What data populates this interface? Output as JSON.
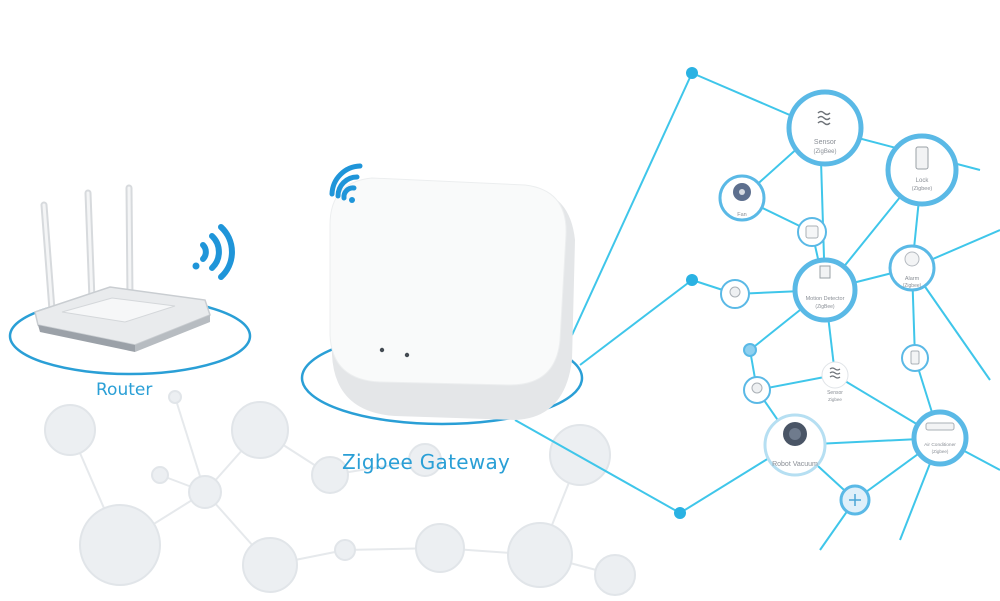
{
  "labels": {
    "router": "Router",
    "gateway": "Zigbee Gateway"
  },
  "devices": {
    "sensor_top": {
      "name": "Sensor",
      "sub": "(ZigBee)"
    },
    "lock": {
      "name": "Lock",
      "sub": "(Zigbee)"
    },
    "fan": {
      "name": "Fan"
    },
    "alarm": {
      "name": "Alarm",
      "sub": "(Zigbee)"
    },
    "motion": {
      "name": "Motion Detector",
      "sub": "(ZigBee)"
    },
    "sensor_small": {
      "name": "Sensor",
      "sub": "Zigbee"
    },
    "robot": {
      "name": "Robot Vacuum"
    },
    "aircon": {
      "name": "Air Conditioner",
      "sub": "(Zigbee)"
    }
  },
  "colors": {
    "accent": "#2a9fd6",
    "line": "#3fc6ea",
    "node_ring": "#5ab9e6",
    "ghost": "#e4e8ec"
  },
  "icons": [
    "wifi-icon",
    "wave-icon",
    "fan-icon",
    "lock-icon",
    "motion-sensor-icon",
    "alarm-icon",
    "robot-vacuum-icon"
  ]
}
